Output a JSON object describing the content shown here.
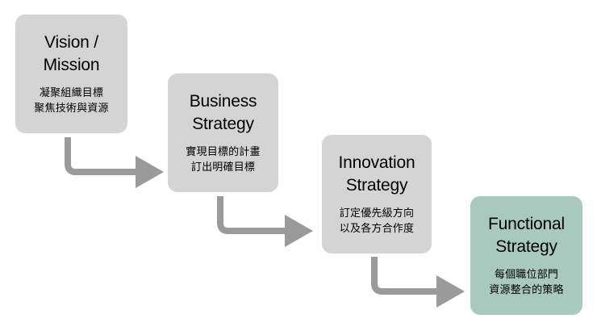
{
  "diagram": {
    "type": "flow-chart",
    "direction": "left-to-right-descending",
    "background_color": "#ffffff",
    "nodes": [
      {
        "id": "vision-mission",
        "title": "Vision /\nMission",
        "description": "凝聚組織目標\n聚焦技術與資源",
        "fill_color": "#d4d4d4",
        "text_color": "#000000"
      },
      {
        "id": "business-strategy",
        "title": "Business\nStrategy",
        "description": "實現目標的計畫\n訂出明確目標",
        "fill_color": "#d4d4d4",
        "text_color": "#000000"
      },
      {
        "id": "innovation-strategy",
        "title": "Innovation\nStrategy",
        "description": "訂定優先級方向\n以及各方合作度",
        "fill_color": "#d4d4d4",
        "text_color": "#000000"
      },
      {
        "id": "functional-strategy",
        "title": "Functional\nStrategy",
        "description": "每個職位部門\n資源整合的策略",
        "fill_color": "#a9c9bf",
        "text_color": "#000000"
      }
    ],
    "connectors": [
      {
        "id": "arrow-vision-to-business",
        "from": "vision-mission",
        "to": "business-strategy",
        "color": "#9a9a9a",
        "shape": "elbow-down-right"
      },
      {
        "id": "arrow-business-to-innovation",
        "from": "business-strategy",
        "to": "innovation-strategy",
        "color": "#9a9a9a",
        "shape": "elbow-down-right"
      },
      {
        "id": "arrow-innovation-to-functional",
        "from": "innovation-strategy",
        "to": "functional-strategy",
        "color": "#9a9a9a",
        "shape": "elbow-down-right"
      }
    ]
  }
}
